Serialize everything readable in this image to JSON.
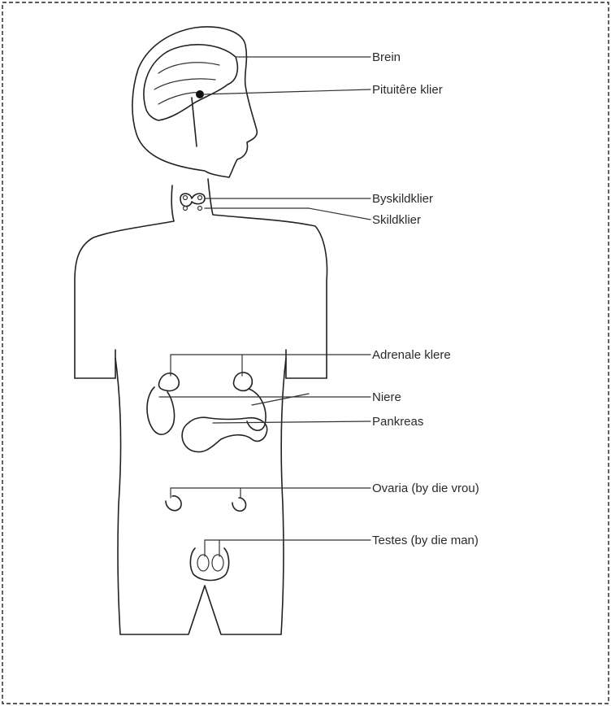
{
  "labels": {
    "brain": "Brein",
    "pituitary": "Pituitêre klier",
    "parathyroid": "Byskildklier",
    "thyroid": "Skildklier",
    "adrenal": "Adrenale klere",
    "kidneys": "Niere",
    "pancreas": "Pankreas",
    "ovaries": "Ovaria (by die vrou)",
    "testes": "Testes (by die man)"
  }
}
